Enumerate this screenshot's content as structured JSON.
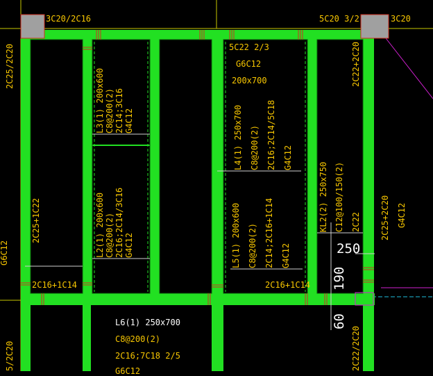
{
  "colors": {
    "background": "#000000",
    "beam": "#22e022",
    "column": "#a0a0a0",
    "annotation": "#f7c600",
    "dimension": "#ffffff",
    "guide_magenta": "#d020d0",
    "guide_cyan": "#20c0e0"
  },
  "top": {
    "left_column_label": "3C20/2C16",
    "right_column_label_a": "5C20 3/2",
    "right_column_label_b": "3C20"
  },
  "bay1": {
    "beam_left_vertical": "2C25/2C20",
    "beam_right_vertical": "2C25+1C22",
    "cut_left": "G6C12",
    "bottom": "2C16+1C14",
    "lower_left": "5/2C20"
  },
  "bay2": {
    "l3_size": "L3(1) 200x600",
    "l3_stirrup": "C8@200(2)",
    "l3_rebar": "2C14;3C16",
    "l3_side": "G4C12",
    "l2_size": "L2(1) 200x600",
    "l2_stirrup": "C8@200(2)",
    "l2_rebar": "2C16;2C14/3C16",
    "l2_side": "G4C12"
  },
  "bay3": {
    "top_rebar": "5C22 2/3",
    "top_side": "G6C12",
    "top_size": "200x700",
    "l4_size": "L4(1) 250x700",
    "l4_stirrup": "C8@200(2)",
    "l4_rebar": "2C16;2C14/5C18",
    "l4_side": "G4C12",
    "l5_size": "L5(1) 200x600",
    "l5_stirrup": "C8@200(2)",
    "l5_rebar": "2C14;2C16+1C14",
    "l5_side": "G4C12",
    "bottom": "2C16+1C14"
  },
  "kl2": {
    "size": "KL2(2) 250x750",
    "stirrup": "C12@100/150(2)",
    "rebar": "2C22"
  },
  "right": {
    "beam_top": "2C22+2C20",
    "beam_mid": "2C25+2C20",
    "beam_side": "G4C12",
    "beam_lower": "2C22/2C20"
  },
  "dims": {
    "d250": "250",
    "d190": "190",
    "d60": "60"
  },
  "l6": {
    "size": "L6(1) 250x700",
    "stirrup": "C8@200(2)",
    "rebar": "2C16;7C18 2/5",
    "side": "G6C12"
  }
}
